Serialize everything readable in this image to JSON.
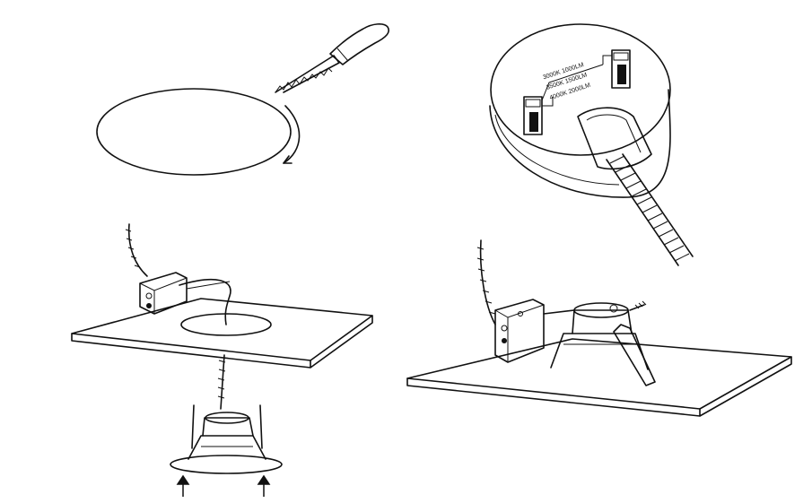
{
  "instruction_steps": [
    {
      "step": "cut-ceiling-hole"
    },
    {
      "step": "select-color-temperature-and-lumens"
    },
    {
      "step": "connect-junction-box-and-insert-light"
    },
    {
      "step": "light-installed-flush"
    }
  ],
  "selector_labels": {
    "option_1": "3000K  1000LM",
    "option_2": "3500K  1500LM",
    "option_3": "4000K  2000LM"
  },
  "colors": {
    "line": "#111111",
    "background": "#ffffff",
    "shade": "#dddddd"
  }
}
